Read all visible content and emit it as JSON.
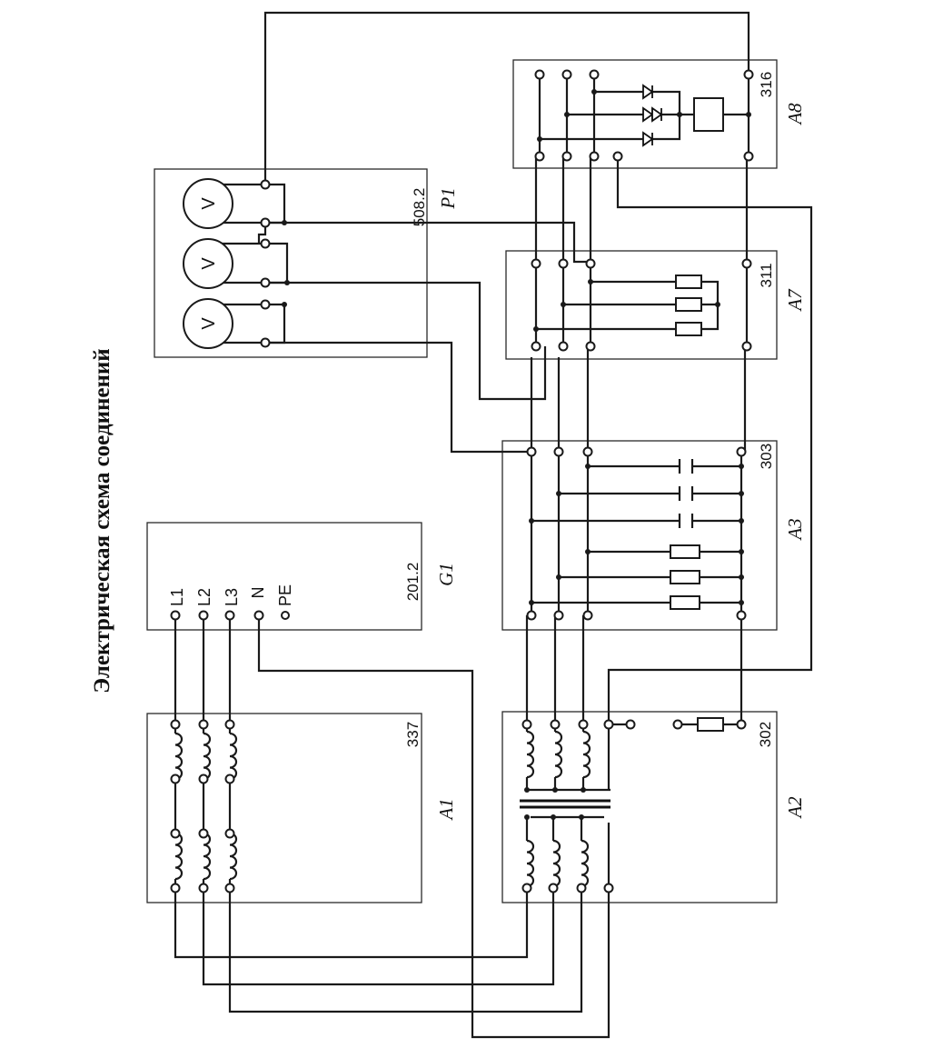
{
  "title": "Электрическая схема соединений",
  "blocks": {
    "G1": {
      "id": "G1",
      "num": "201.2",
      "pins": [
        "L1",
        "L2",
        "L3",
        "N",
        "PE"
      ]
    },
    "A1": {
      "id": "A1",
      "num": "337"
    },
    "P1": {
      "id": "P1",
      "num": "508.2",
      "meter_symbol": "V"
    },
    "A2": {
      "id": "A2",
      "num": "302"
    },
    "A3": {
      "id": "A3",
      "num": "303"
    },
    "A7": {
      "id": "A7",
      "num": "311"
    },
    "A8": {
      "id": "A8",
      "num": "316"
    }
  }
}
